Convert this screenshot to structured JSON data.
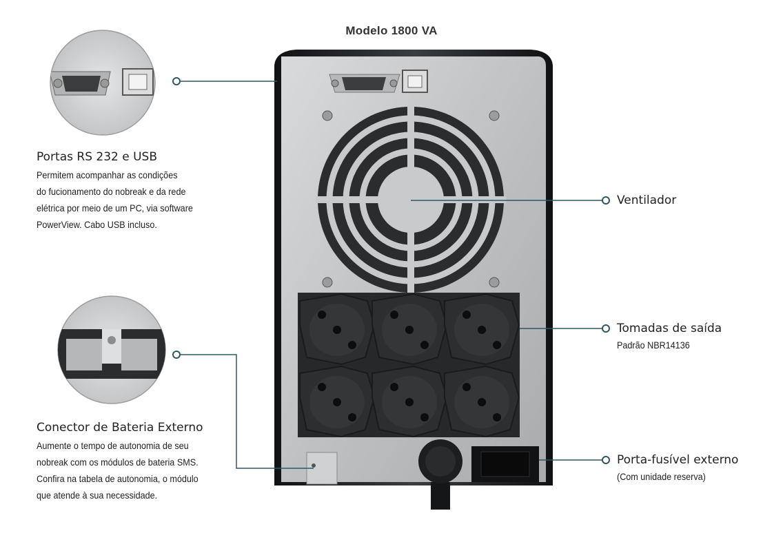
{
  "title": "Modelo 1800 VA",
  "callouts": {
    "ports": {
      "heading": "Portas RS 232 e USB",
      "lines": [
        "Permitem acompanhar as condições",
        "do fucionamento do nobreak e da rede",
        "elétrica por meio de um PC, via software",
        "PowerView. Cabo USB incluso."
      ]
    },
    "battery": {
      "heading": "Conector de Bateria Externo",
      "lines": [
        "Aumente o tempo de autonomia de seu",
        "nobreak com os módulos de bateria SMS.",
        "Confira na tabela de autonomia, o módulo",
        "que atende à sua necessidade."
      ]
    },
    "fan": {
      "heading": "Ventilador"
    },
    "outlets": {
      "heading": "Tomadas de saída",
      "sub": "Padrão NBR14136"
    },
    "fuse": {
      "heading": "Porta-fusível externo",
      "sub": "(Com unidade reserva)"
    }
  },
  "colors": {
    "leader": "#2f5566",
    "panel": "#c9cacc",
    "outlet": "#2a2c2e",
    "body": "#1d1f21"
  }
}
